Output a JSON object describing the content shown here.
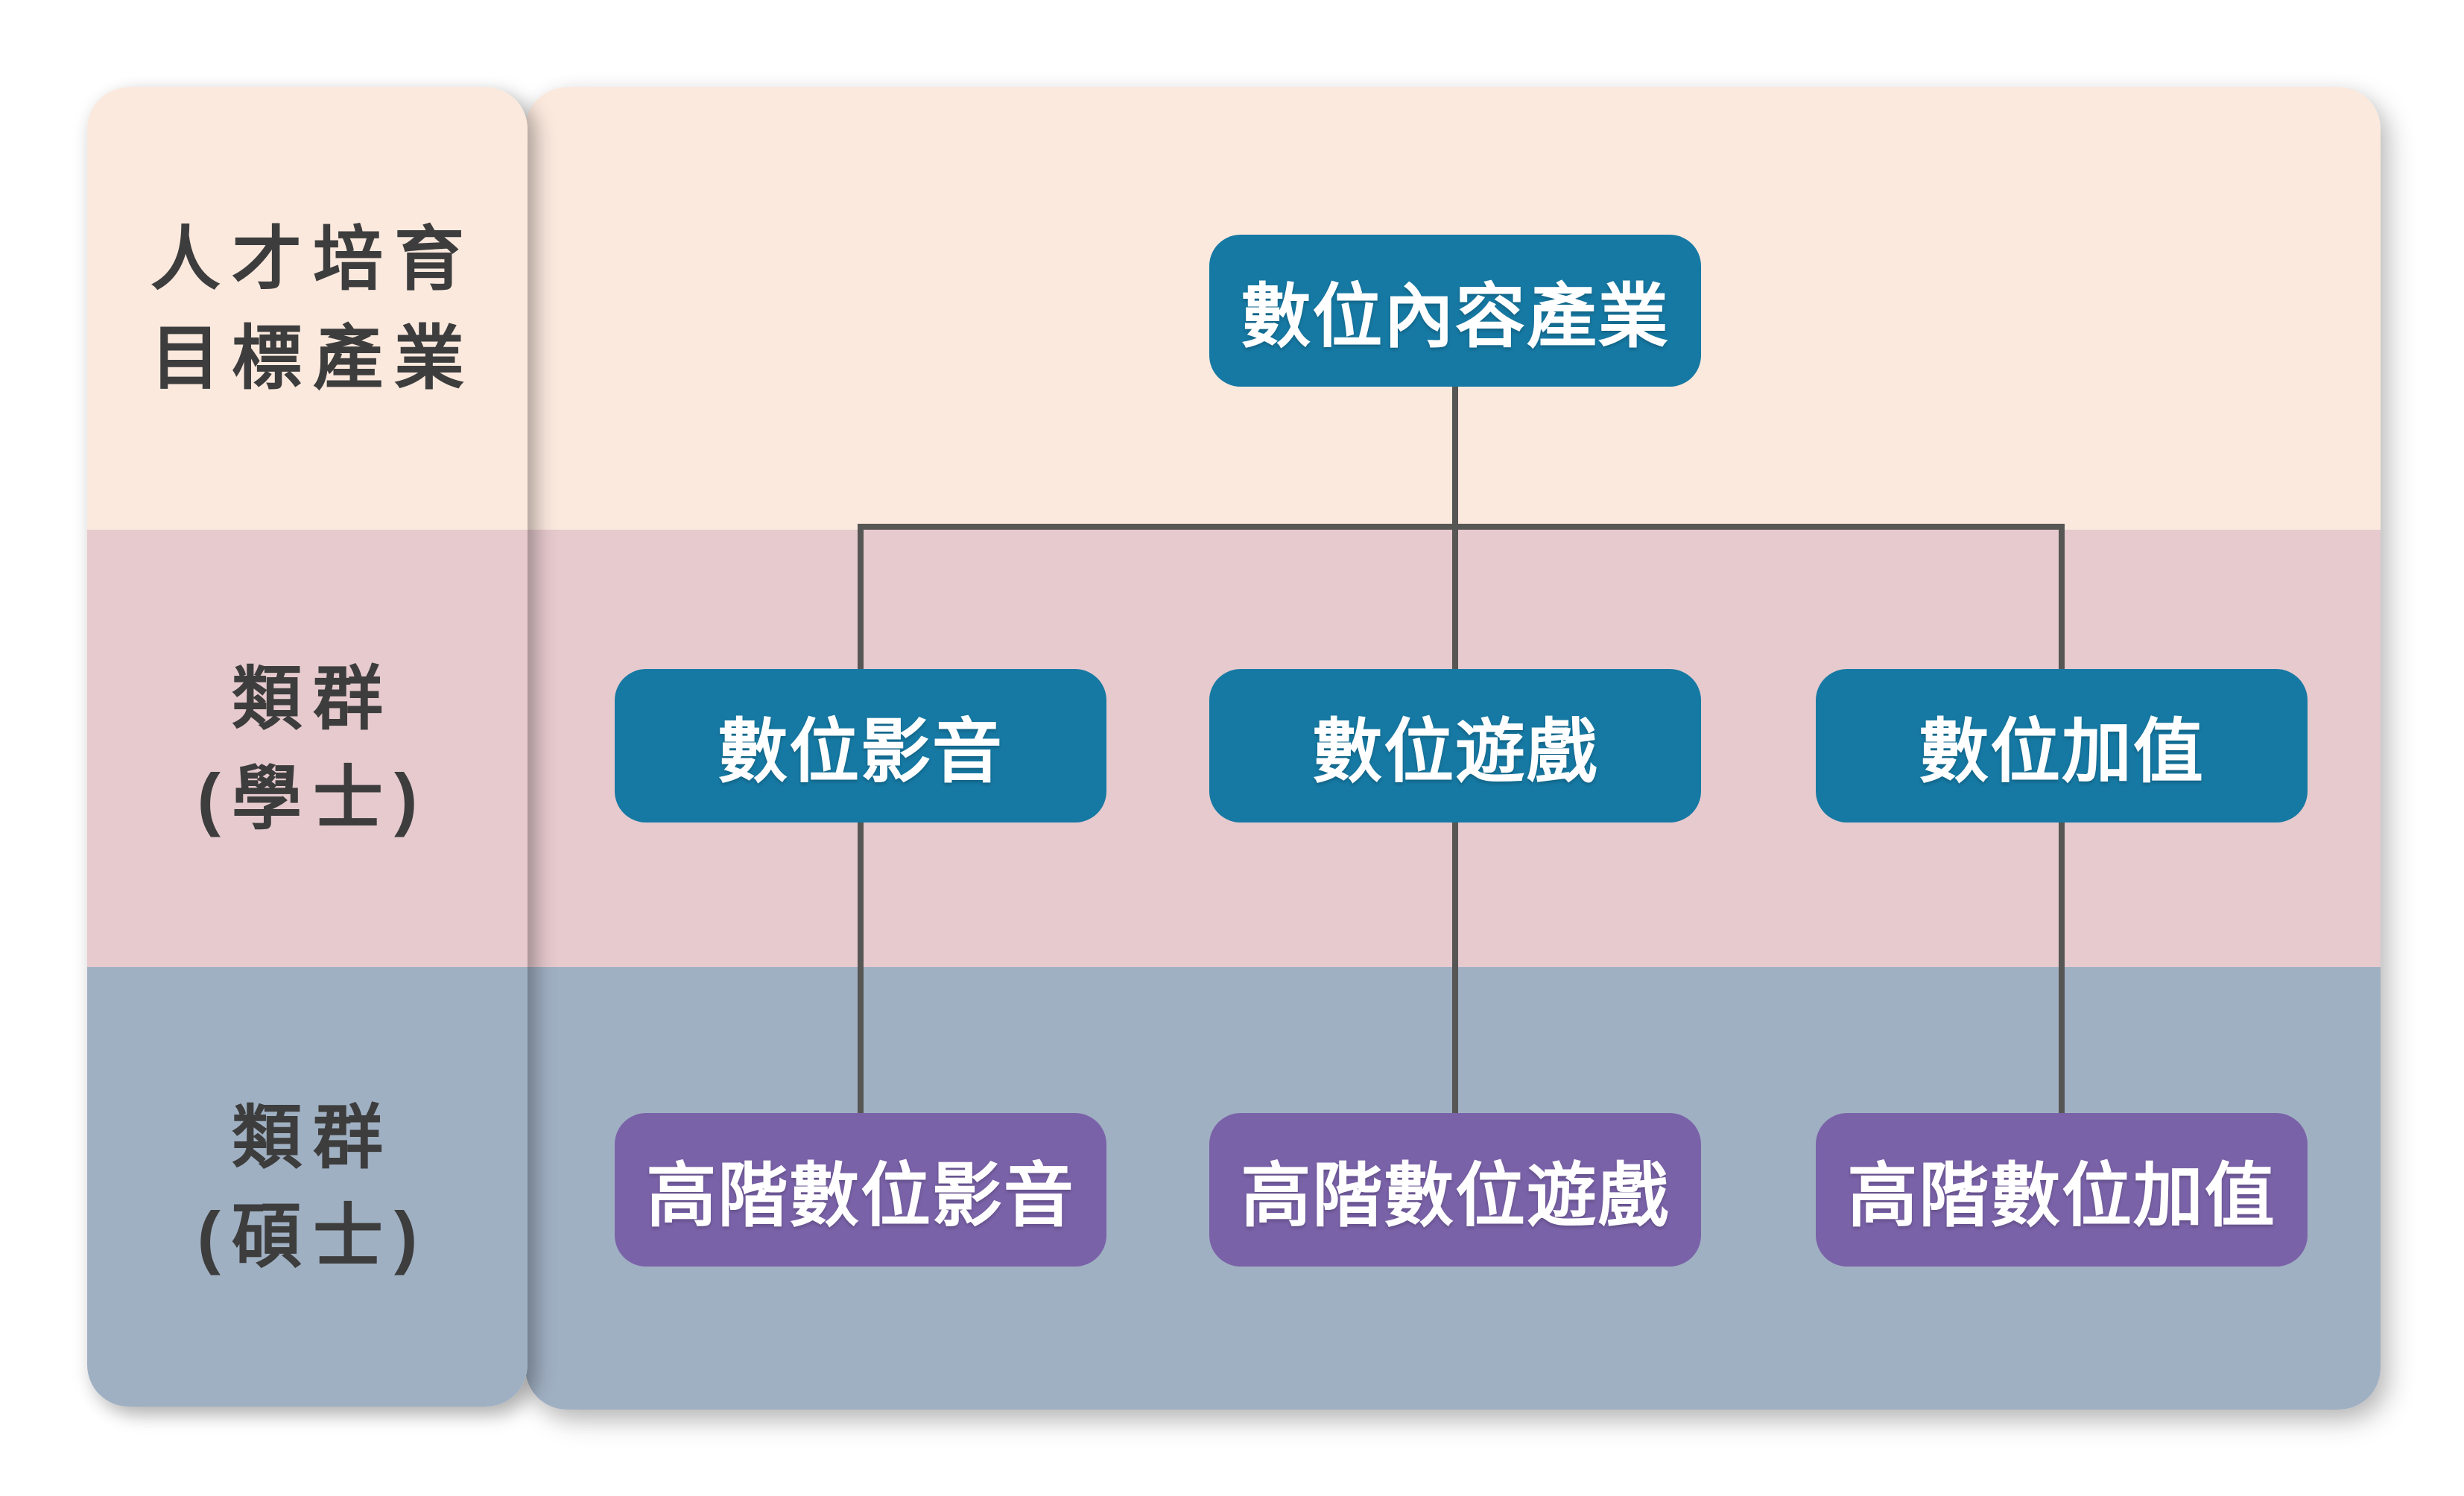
{
  "diagram": {
    "type": "hierarchy-tree",
    "sidebar": {
      "rows": [
        {
          "id": "industry",
          "lines": [
            "人才培育",
            "目標產業"
          ]
        },
        {
          "id": "bachelor",
          "lines": [
            "類群",
            "(學士)"
          ]
        },
        {
          "id": "master",
          "lines": [
            "類群",
            "(碩士)"
          ]
        }
      ]
    },
    "tree": {
      "root": {
        "label": "數位內容產業"
      },
      "columns": [
        {
          "bachelor": "數位影音",
          "master": "高階數位影音"
        },
        {
          "bachelor": "數位遊戲",
          "master": "高階數位遊戲"
        },
        {
          "bachelor": "數位加值",
          "master": "高階數位加值"
        }
      ]
    },
    "colors": {
      "band_industry": "#FBE9DE",
      "band_bachelor": "#E6CACE",
      "band_master": "#A0B0C3",
      "node_bachelor": "#1679A3",
      "node_master": "#7A62A8",
      "connector": "#565654",
      "sidebar_text": "#3D3D3D",
      "node_text": "#FFFFFF",
      "page_background": "#FFFFFF"
    }
  }
}
